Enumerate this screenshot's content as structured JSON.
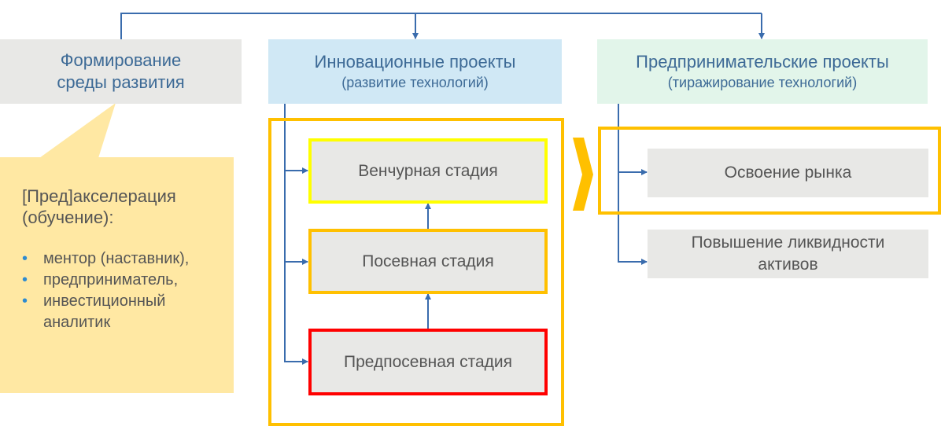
{
  "colors": {
    "connector": "#3a6cad",
    "frame_orange": "#ffc000",
    "highlight_yellow": "#ffff00",
    "highlight_red": "#ff0000",
    "callout_bg": "#ffe8a3",
    "box_gray": "#e8e8e6",
    "box_blue": "#d0e8f5",
    "box_green": "#e2f5ea",
    "header_text": "#3d6a96",
    "body_text": "#555555",
    "bullet": "#2e8bd0"
  },
  "headers": {
    "environment": {
      "line1": "Формирование",
      "line2": "среды развития"
    },
    "innovation": {
      "line1": "Инновационные проекты",
      "line2": "(развитие технологий)"
    },
    "entrepreneurial": {
      "line1": "Предпринимательские проекты",
      "line2": "(тиражирование технологий)"
    }
  },
  "callout": {
    "title_line1": "[Пред]акселерация",
    "title_line2": "(обучение):",
    "items": [
      {
        "bullet": "•",
        "text": "ментор (наставник),"
      },
      {
        "bullet": "•",
        "text": "предприниматель,"
      },
      {
        "bullet": "•",
        "text": "инвестиционный аналитик"
      }
    ]
  },
  "innovation_stages": [
    {
      "label": "Венчурная стадия",
      "highlight": "yellow"
    },
    {
      "label": "Посевная стадия",
      "highlight": "orange"
    },
    {
      "label": "Предпосевная стадия",
      "highlight": "red"
    }
  ],
  "entrepreneurial_stages": [
    {
      "label": "Освоение рынка",
      "highlighted": true
    },
    {
      "label": "Повышение ликвидности активов",
      "highlighted": false
    }
  ],
  "transition_icon": "chevron-right-icon"
}
